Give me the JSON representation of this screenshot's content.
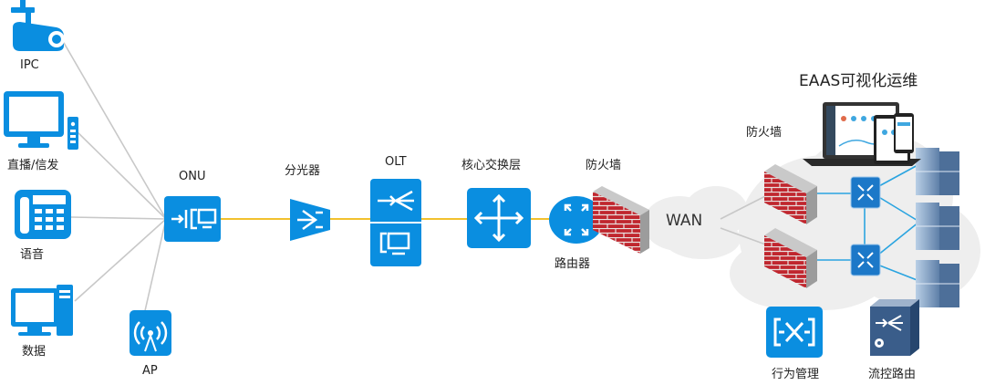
{
  "diagram": {
    "title": "EAAS可视化运维",
    "labels": {
      "ipc": "IPC",
      "broadcast": "直播/信发",
      "voice": "语音",
      "data": "数据",
      "ap": "AP",
      "onu": "ONU",
      "splitter": "分光器",
      "olt": "OLT",
      "core": "核心交换层",
      "firewall_left": "防火墙",
      "router": "路由器",
      "wan": "WAN",
      "firewall_right": "防火墙",
      "behavior": "行为管理",
      "flow": "流控路由"
    },
    "colors": {
      "device_blue": "#0a8ee0",
      "fiber": "#f2c12e",
      "link_gray": "#c8c8c8",
      "link_cyan": "#2aa4e0",
      "brick": "#c0262e"
    },
    "icons": [
      "camera-icon",
      "screen-icon",
      "phone-icon",
      "computer-icon",
      "ap-icon",
      "onu-icon",
      "splitter-icon",
      "olt-icon",
      "core-switch-icon",
      "router-icon",
      "firewall-icon",
      "cloud-icon",
      "server-icon",
      "switch-icon",
      "laptop-icon",
      "tablet-icon",
      "phone-mobile-icon",
      "behavior-mgmt-icon",
      "flow-router-icon"
    ]
  }
}
